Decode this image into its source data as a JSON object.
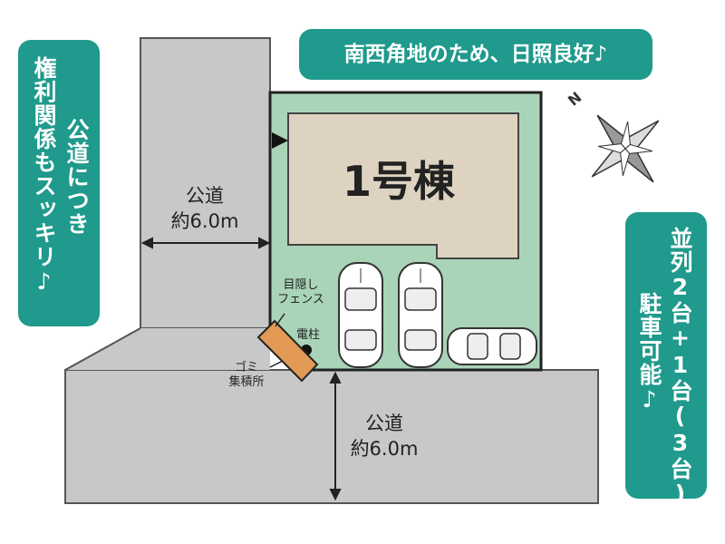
{
  "building": {
    "label": "1号棟"
  },
  "road_west": {
    "line1": "公道",
    "line2": "約6.0m"
  },
  "road_south": {
    "line1": "公道",
    "line2": "約6.0m"
  },
  "fence": {
    "line1": "目隠し",
    "line2": "フェンス"
  },
  "pole": {
    "label": "電柱"
  },
  "garbage": {
    "line1": "ゴミ",
    "line2": "集積所"
  },
  "badge_top": {
    "text": "南西角地のため、日照良好♪"
  },
  "badge_left": {
    "col1": "公道につき",
    "col2": "権利関係もスッキリ♪"
  },
  "badge_right": {
    "col1": "並列2台+1台(3台)",
    "col2": "駐車可能♪"
  },
  "compass": {
    "north_label": "N"
  },
  "colors": {
    "road": "#c8c8c8",
    "lot": "#a9d4b8",
    "building": "#ddd3c0",
    "badge": "#1f9a8c",
    "garbage": "#e39a55"
  }
}
